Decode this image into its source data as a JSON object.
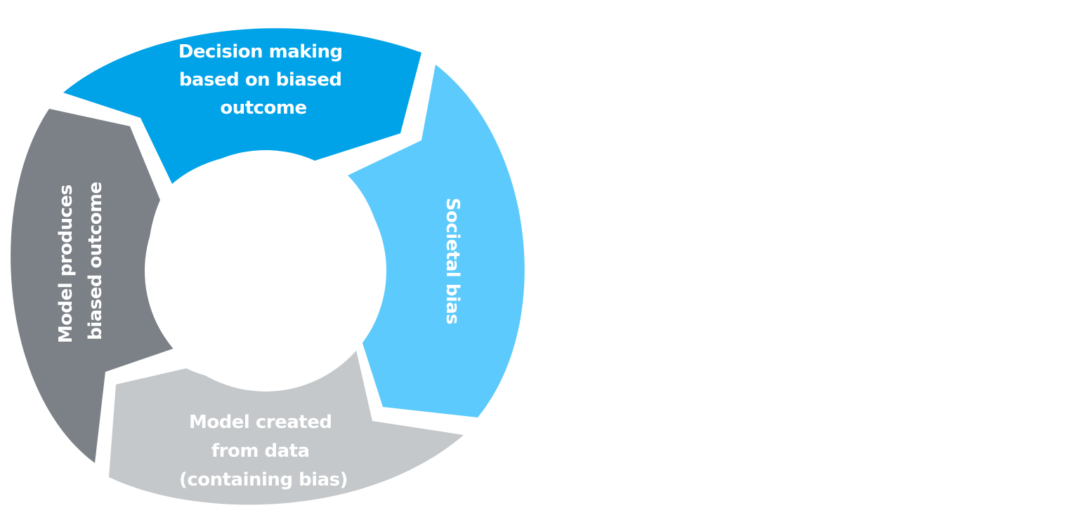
{
  "diagram": {
    "title": "Bias feedback cycle",
    "segments": [
      {
        "id": "decision",
        "lines": [
          "Decision making",
          "based on biased",
          "outcome"
        ],
        "color": "#00a3e8"
      },
      {
        "id": "societal",
        "lines": [
          "Societal bias"
        ],
        "color": "#5ccafc"
      },
      {
        "id": "created",
        "lines": [
          "Model created",
          "from data",
          "(containing bias)"
        ],
        "color": "#c4c8cb"
      },
      {
        "id": "produces",
        "lines": [
          "Model produces",
          "biased outcome"
        ],
        "color": "#7b8187"
      }
    ]
  }
}
